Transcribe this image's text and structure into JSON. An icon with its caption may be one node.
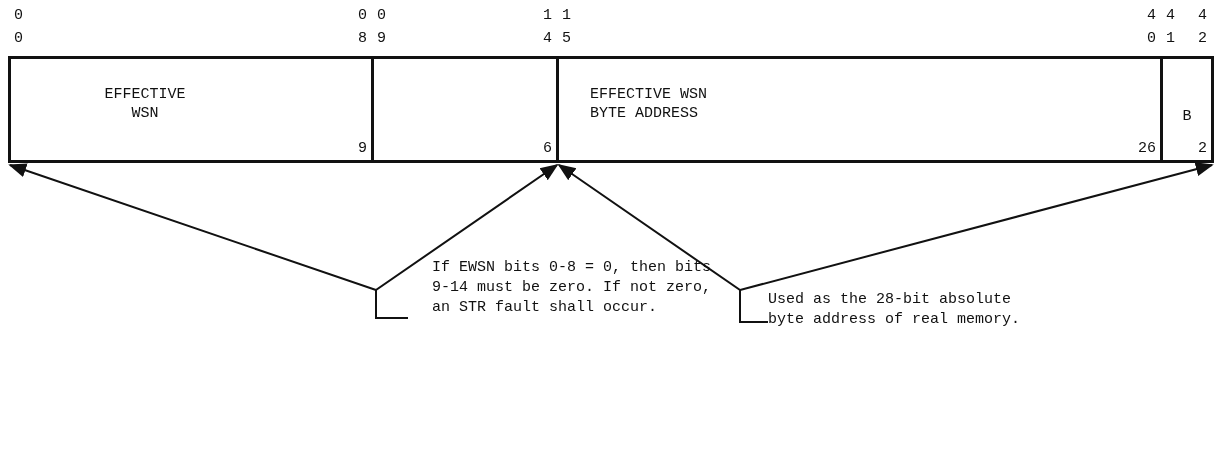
{
  "diagram": {
    "nodes": [
      {
        "text": [
          "EFFECTIVE WSN",
          "9"
        ],
        "beside": [
          "0 0",
          "0 8"
        ]
      },
      {
        "text": [
          "6"
        ],
        "beside": [
          "0 9",
          "1 4"
        ]
      },
      {
        "text": [
          "EFFECTIVE WSN BYTE ADDRESS",
          "26"
        ],
        "beside": [
          "1 5",
          "4 0"
        ]
      },
      {
        "text": [
          "B",
          "2"
        ],
        "beside": [
          "4 1",
          "4 2"
        ]
      },
      {
        "text": [
          "If EWSN bits 0-8 = 0, then bits 9-14 must be zero. If not zero, an STR fault shall occur."
        ]
      },
      {
        "text": [
          "Used as the 28-bit absolute byte address of real memory."
        ]
      }
    ],
    "edges": [
      {
        "from": 4,
        "to": 0,
        "arrow": "to"
      },
      {
        "from": 4,
        "to": 1,
        "arrow": "to"
      },
      {
        "from": 5,
        "to": 2,
        "arrow": "to"
      },
      {
        "from": 5,
        "to": 3,
        "arrow": "to"
      }
    ]
  }
}
